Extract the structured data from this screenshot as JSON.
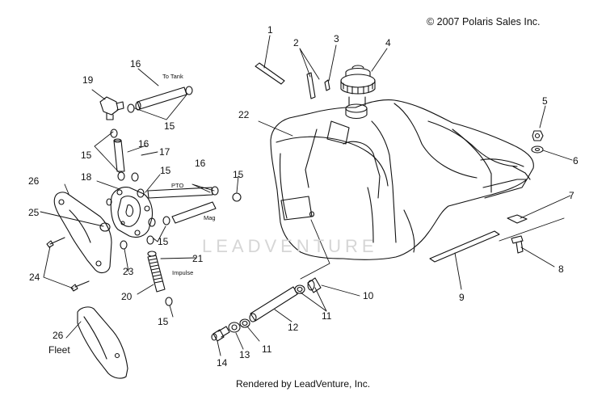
{
  "copyright": "© 2007 Polaris Sales Inc.",
  "footer": "Rendered by LeadVenture, Inc.",
  "watermark": "LEADVENTURE",
  "callouts": [
    "1",
    "2",
    "3",
    "4",
    "5",
    "6",
    "7",
    "8",
    "9",
    "10",
    "11",
    "11",
    "12",
    "13",
    "14",
    "15",
    "15",
    "15",
    "15",
    "15",
    "15",
    "16",
    "16",
    "16",
    "17",
    "18",
    "19",
    "20",
    "21",
    "22",
    "23",
    "24",
    "25",
    "26",
    "26"
  ],
  "notes": {
    "to_tank": "To Tank",
    "pto": "PTO",
    "mag": "Mag",
    "impulse": "Impulse",
    "fleet": "Fleet"
  }
}
